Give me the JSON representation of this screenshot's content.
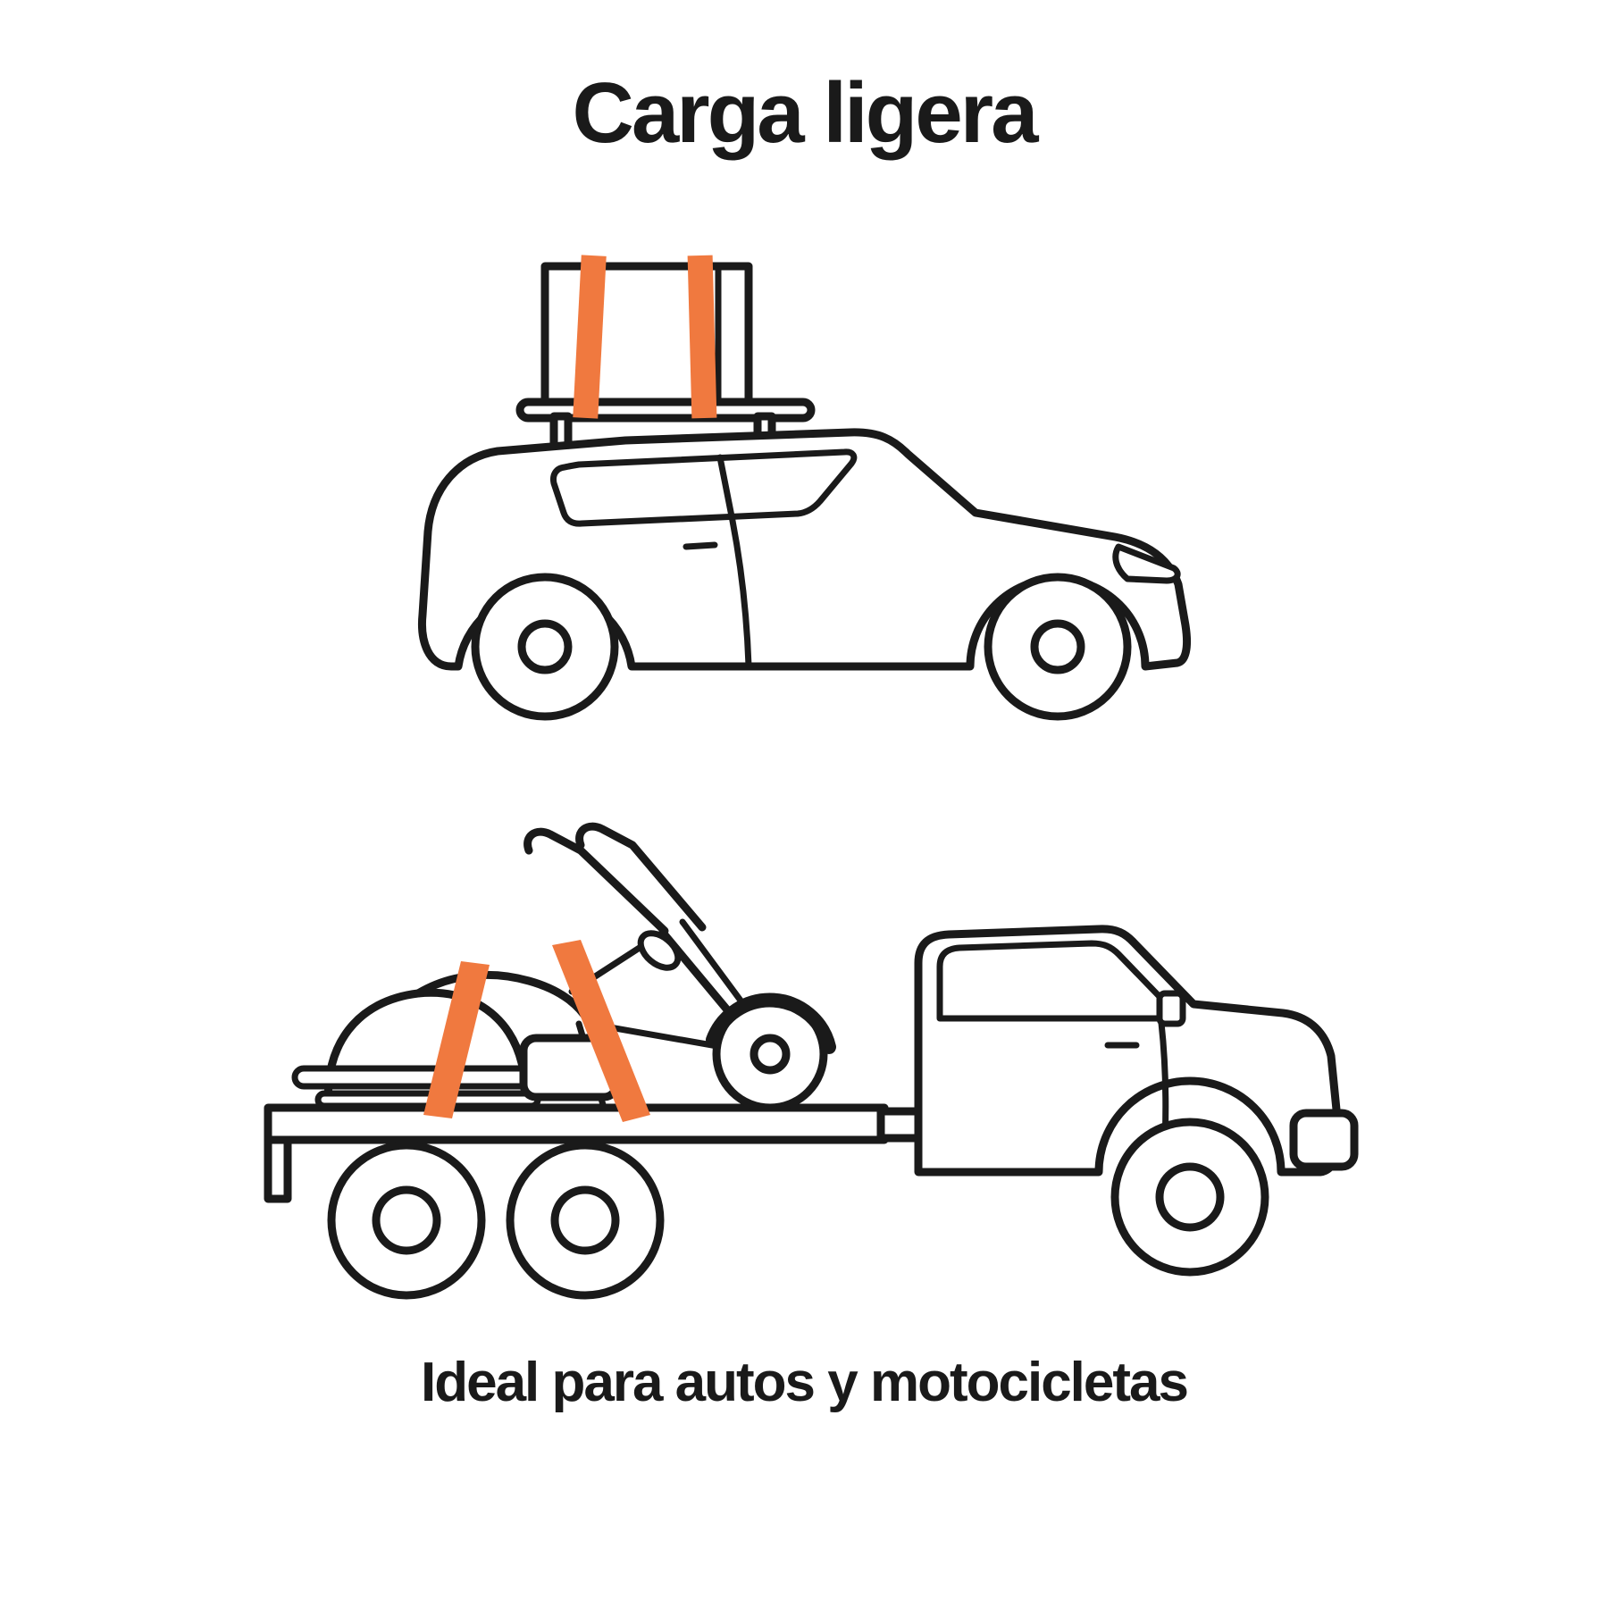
{
  "page": {
    "background": "#FFFFFF",
    "title": "Carga ligera",
    "caption": "Ideal para autos y motocicletas",
    "colors": {
      "accent": "#F0793F",
      "line": "#1A1A1A"
    },
    "illustrations": {
      "top": "car-with-roof-cargo-straps",
      "bottom": "pickup-trailer-motorcycle-straps"
    }
  }
}
